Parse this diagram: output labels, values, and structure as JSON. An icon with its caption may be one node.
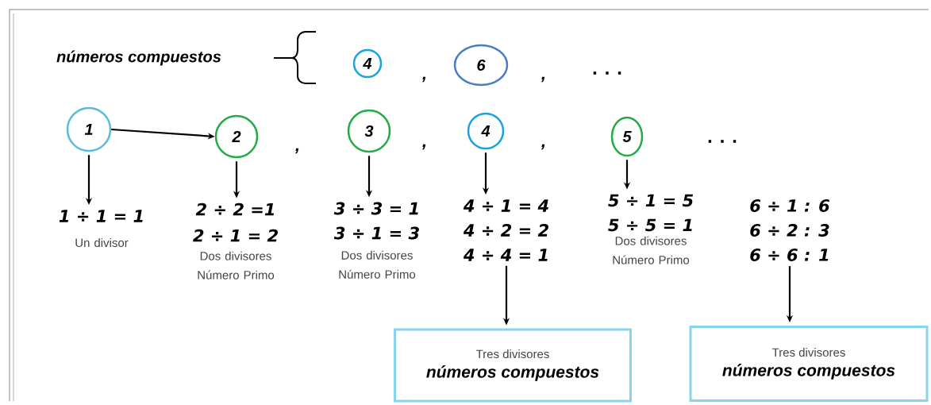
{
  "diagram": {
    "nodes": [
      {
        "text": [
          "4"
        ]
      },
      {
        "text": [
          "6"
        ]
      },
      {
        "text": [
          "1"
        ]
      },
      {
        "text": [
          "2"
        ]
      },
      {
        "text": [
          "3"
        ]
      },
      {
        "text": [
          "4"
        ]
      },
      {
        "text": [
          "5"
        ]
      },
      {
        "text": [
          "1 ÷ 1 = 1"
        ],
        "beside": [
          "Un divisor"
        ]
      },
      {
        "text": [
          "2 ÷ 2 =1",
          "2 ÷ 1 = 2"
        ],
        "beside": [
          "Dos divisores Número Primo"
        ]
      },
      {
        "text": [
          "3 ÷ 3 = 1",
          "3 ÷ 1 = 3"
        ],
        "beside": [
          "Dos divisores Número Primo"
        ]
      },
      {
        "text": [
          "4 ÷ 1 = 4",
          "4 ÷ 2 = 2",
          "4 ÷ 4 = 1"
        ]
      },
      {
        "text": [
          "5 ÷ 1 = 5",
          "5 ÷ 5 = 1"
        ],
        "beside": [
          "Dos divisores Número Primo"
        ]
      },
      {
        "text": [
          "6 ÷ 1 : 6",
          "6 ÷ 2 : 3",
          "6 ÷ 6 : 1"
        ]
      },
      {
        "text": [
          "Tres divisores",
          "números compuestos"
        ]
      },
      {
        "text": [
          "Tres divisores",
          "números compuestos"
        ]
      }
    ],
    "edges": [
      {
        "from": 2,
        "to": 3,
        "arrow": "to"
      },
      {
        "from": 2,
        "to": 7,
        "arrow": "to"
      },
      {
        "from": 3,
        "to": 8,
        "arrow": "to"
      },
      {
        "from": 4,
        "to": 9,
        "arrow": "to"
      },
      {
        "from": 5,
        "to": 10,
        "arrow": "to"
      },
      {
        "from": 6,
        "to": 11,
        "arrow": "to"
      },
      {
        "from": 10,
        "to": 13,
        "arrow": "to"
      },
      {
        "from": 12,
        "to": 14,
        "arrow": "to"
      }
    ],
    "labels": [
      "números compuestos",
      ",",
      ",",
      ". . .",
      ",",
      ",",
      ",",
      ". . ."
    ]
  }
}
